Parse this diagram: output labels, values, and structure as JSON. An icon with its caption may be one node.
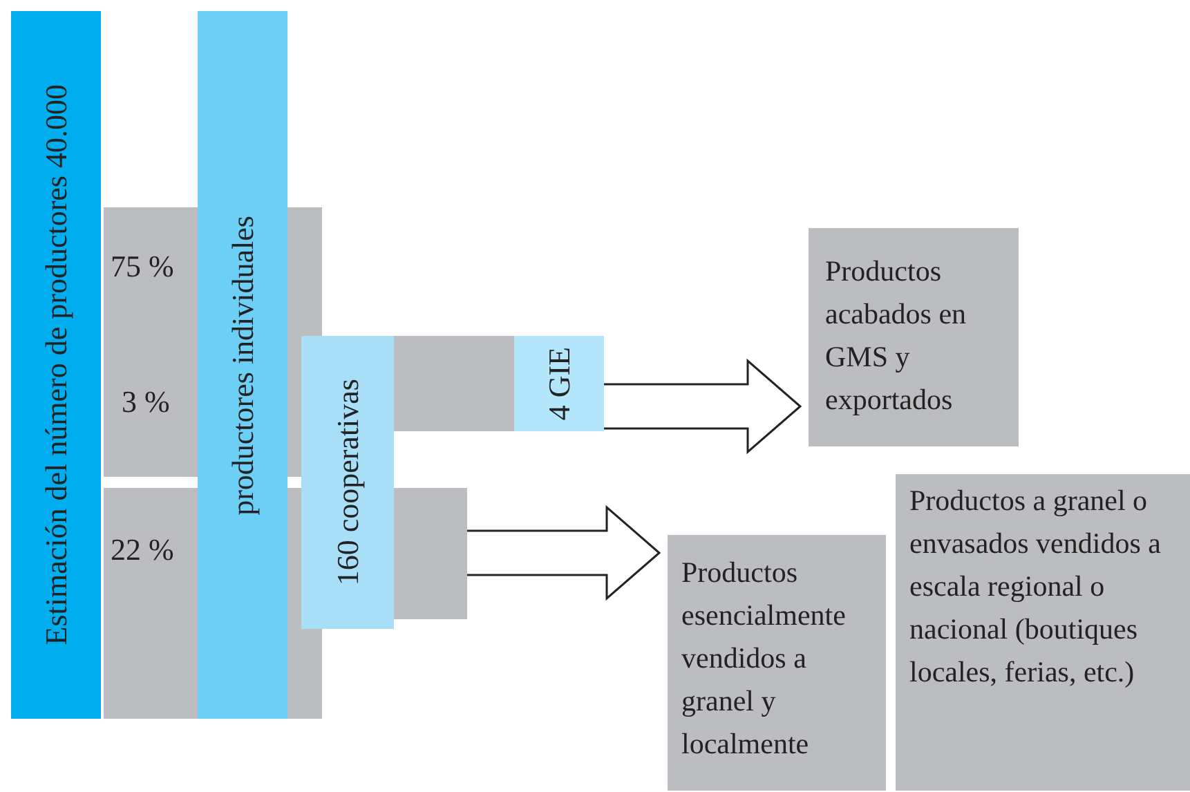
{
  "diagram": {
    "nodes": [
      {
        "text": [
          "Estimación del número de productores 40.000"
        ]
      },
      {
        "text": [
          "productores individuales"
        ]
      },
      {
        "text": [
          "160 cooperativas"
        ]
      },
      {
        "text": [
          "4 GIE"
        ]
      },
      {
        "text": [
          "Productos acabados en GMS y exportados"
        ]
      },
      {
        "text": [
          "Productos esencialmente vendidos a granel y localmente"
        ]
      },
      {
        "text": [
          "Productos a granel o envasados vendidos a escala regional o nacional (boutiques locales, ferias, etc.)"
        ]
      }
    ],
    "edges": [
      {
        "from": 3,
        "to": 4,
        "arrow": "to"
      },
      {
        "from": 2,
        "to": 5,
        "arrow": "to"
      }
    ],
    "labels": [
      "75 %",
      "3 %",
      "22 %"
    ]
  }
}
